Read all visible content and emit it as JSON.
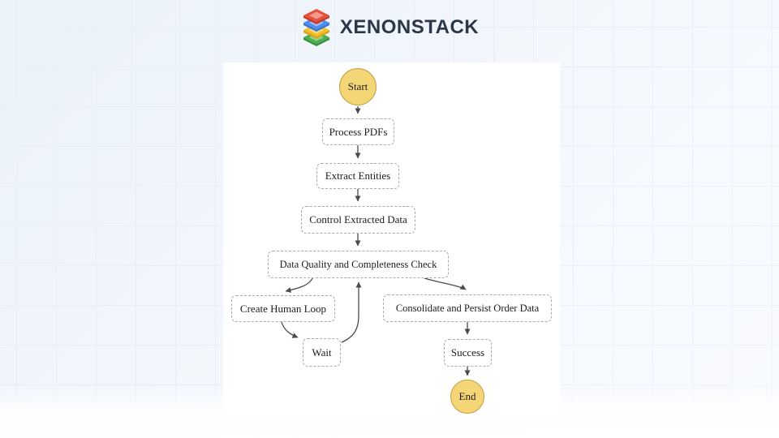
{
  "logo": {
    "text": "XENONSTACK",
    "icon": "stacked-layers-icon",
    "layer_colors": [
      "#e8503a",
      "#4e8ef2",
      "#f3c02c",
      "#4caf50"
    ],
    "text_color": "#2b3648"
  },
  "flowchart": {
    "nodes": {
      "start": {
        "label": "Start",
        "type": "terminal"
      },
      "process_pdfs": {
        "label": "Process PDFs",
        "type": "process"
      },
      "extract_entities": {
        "label": "Extract Entities",
        "type": "process"
      },
      "control_extracted_data": {
        "label": "Control Extracted Data",
        "type": "process"
      },
      "data_quality_check": {
        "label": "Data Quality and Completeness Check",
        "type": "process"
      },
      "create_human_loop": {
        "label": "Create Human Loop",
        "type": "process"
      },
      "wait": {
        "label": "Wait",
        "type": "process"
      },
      "consolidate_persist": {
        "label": "Consolidate and Persist Order Data",
        "type": "process"
      },
      "success": {
        "label": "Success",
        "type": "process"
      },
      "end": {
        "label": "End",
        "type": "terminal"
      }
    },
    "edges": [
      {
        "from": "start",
        "to": "process_pdfs"
      },
      {
        "from": "process_pdfs",
        "to": "extract_entities"
      },
      {
        "from": "extract_entities",
        "to": "control_extracted_data"
      },
      {
        "from": "control_extracted_data",
        "to": "data_quality_check"
      },
      {
        "from": "data_quality_check",
        "to": "create_human_loop"
      },
      {
        "from": "data_quality_check",
        "to": "consolidate_persist"
      },
      {
        "from": "create_human_loop",
        "to": "wait"
      },
      {
        "from": "wait",
        "to": "data_quality_check"
      },
      {
        "from": "consolidate_persist",
        "to": "success"
      },
      {
        "from": "success",
        "to": "end"
      }
    ],
    "colors": {
      "terminal_fill": "#f5d677",
      "terminal_border": "#bfa045",
      "box_border": "#a9a9a9",
      "arrow": "#4a4a4a"
    }
  }
}
